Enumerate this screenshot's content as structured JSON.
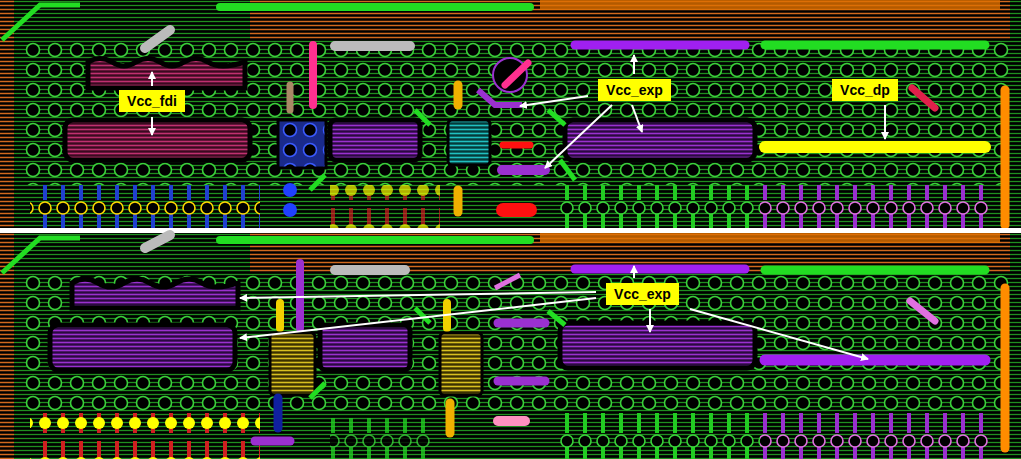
{
  "diagram": {
    "nodes": [
      {
        "text": [
          "Vcc_fdi"
        ]
      },
      {
        "text": [
          "Vcc_exp"
        ]
      },
      {
        "text": [
          "Vcc_dp"
        ]
      },
      {
        "text": [
          "Vcc_exp"
        ]
      }
    ]
  }
}
